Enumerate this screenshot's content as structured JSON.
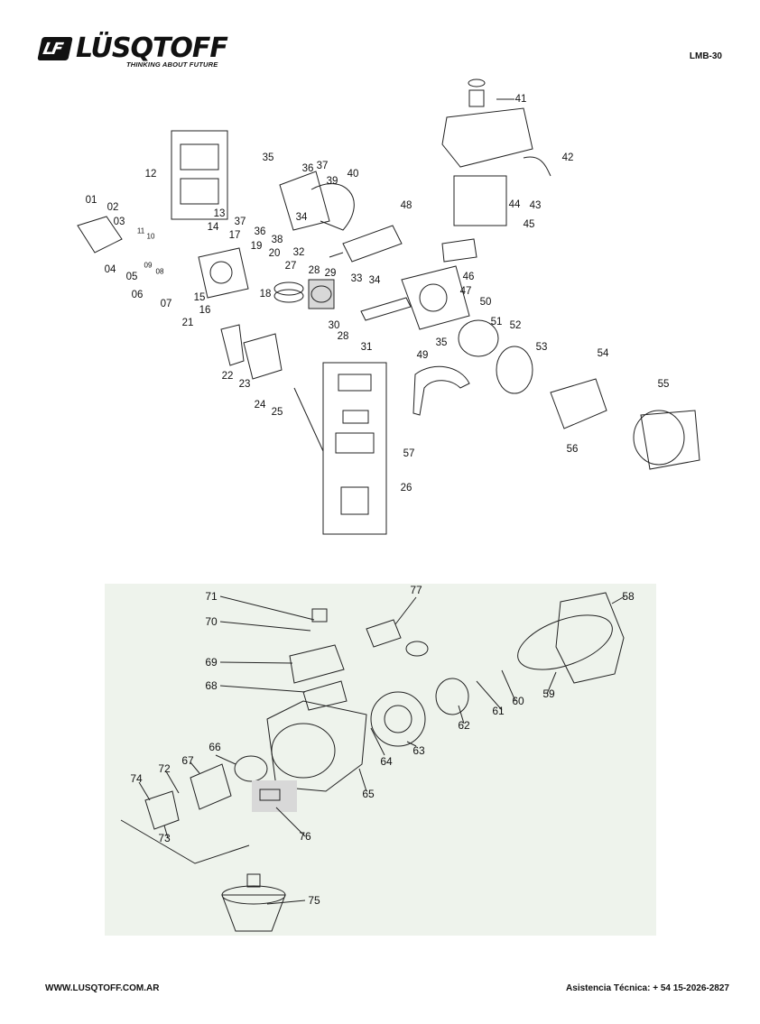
{
  "header": {
    "brand_badge": "LF",
    "brand": "LÜSQTOFF",
    "tagline": "THINKING ABOUT FUTURE",
    "model": "LMB-30"
  },
  "top_labels": [
    "01",
    "02",
    "03",
    "04",
    "05",
    "06",
    "07",
    "08",
    "09",
    "10",
    "11",
    "12",
    "13",
    "14",
    "15",
    "16",
    "17",
    "18",
    "19",
    "20",
    "21",
    "22",
    "23",
    "24",
    "25",
    "26",
    "27",
    "28",
    "29",
    "30",
    "28",
    "31",
    "32",
    "33",
    "34",
    "34",
    "35",
    "35",
    "36",
    "36",
    "37",
    "37",
    "38",
    "39",
    "40",
    "41",
    "42",
    "43",
    "44",
    "45",
    "46",
    "47",
    "48",
    "49",
    "50",
    "51",
    "52",
    "53",
    "54",
    "55",
    "56",
    "57"
  ],
  "bottom_labels": [
    "71",
    "70",
    "69",
    "68",
    "77",
    "58",
    "60",
    "61",
    "59",
    "62",
    "63",
    "64",
    "65",
    "66",
    "67",
    "72",
    "74",
    "73",
    "76",
    "75"
  ],
  "footer": {
    "website": "WWW.LUSQTOFF.COM.AR",
    "support": "Asistencia Técnica: + 54 15-2026-2827"
  }
}
